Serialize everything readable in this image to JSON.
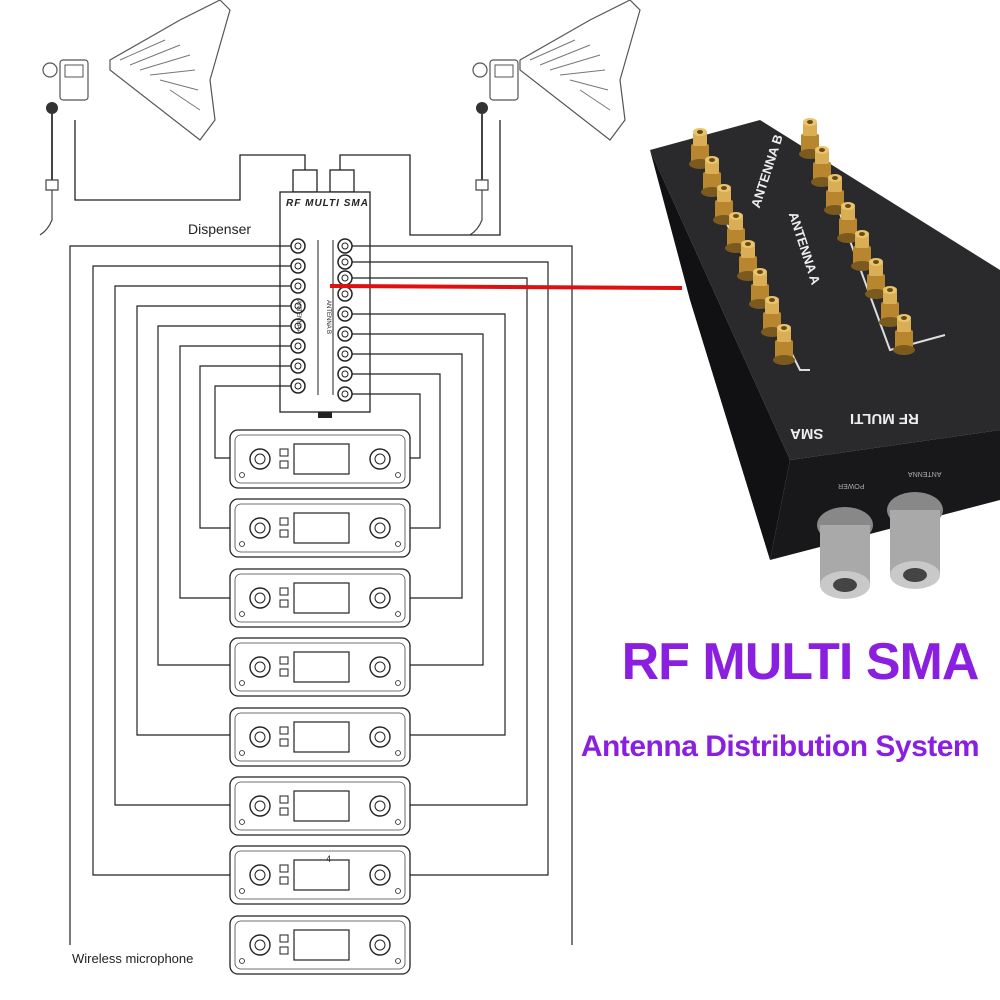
{
  "diagram": {
    "dispenser_label": "Dispenser",
    "device_label": "RF MULTI SMA",
    "antenna_a_label": "ANTENNA A",
    "antenna_b_label": "ANTENNA B",
    "receiver_number": "4",
    "wireless_label": "Wireless microphone"
  },
  "photo": {
    "antenna_a_label": "ANTENNA A",
    "antenna_b_label": "ANTENNA B",
    "brand_line1": "RF MULTI",
    "brand_line2": "SMA",
    "port_label_a": "ANTENNA",
    "port_label_b": "POWER"
  },
  "headline": {
    "title": "RF MULTI SMA",
    "subtitle": "Antenna Distribution System"
  },
  "colors": {
    "accent": "#8a1fe0",
    "link_line": "#e01010",
    "device_body": "#1c1c1e",
    "connector_gold": "#c99a3e"
  }
}
